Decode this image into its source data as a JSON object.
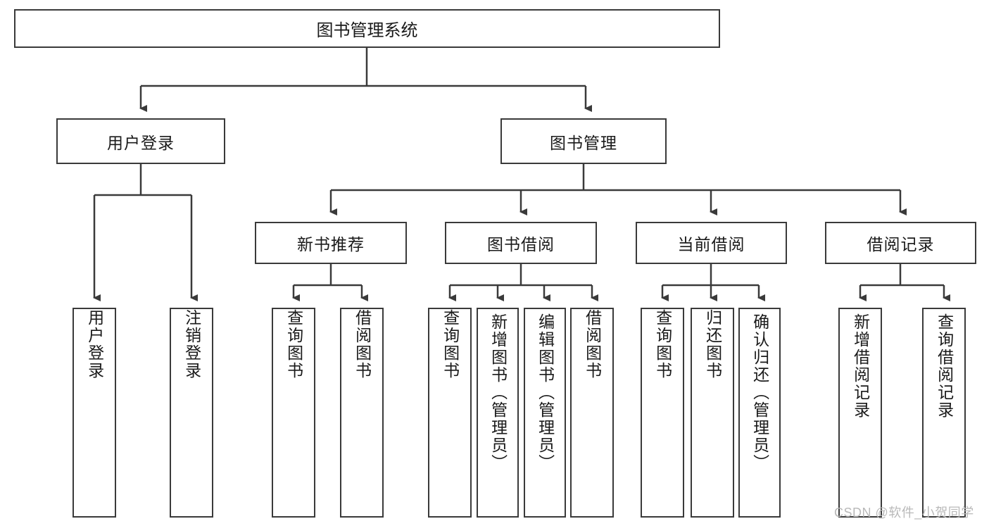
{
  "diagram": {
    "title": "图书管理系统",
    "type": "tree-hierarchy-flowchart",
    "line_color": "#3a3a3a",
    "box_fill": "#ffffff",
    "text_color": "#1a1a1a"
  },
  "root": {
    "label": "图书管理系统"
  },
  "level2": [
    {
      "label": "用户登录"
    },
    {
      "label": "图书管理"
    }
  ],
  "level3": [
    {
      "label": "新书推荐"
    },
    {
      "label": "图书借阅"
    },
    {
      "label": "当前借阅"
    },
    {
      "label": "借阅记录"
    }
  ],
  "leaves": {
    "user_login": [
      {
        "label": "用户登录"
      },
      {
        "label": "注销登录"
      }
    ],
    "new_book_recommend": [
      {
        "label": "查询图书"
      },
      {
        "label": "借阅图书"
      }
    ],
    "book_borrow": [
      {
        "label": "查询图书"
      },
      {
        "label": "新增图书（管理员）"
      },
      {
        "label": "编辑图书（管理员）"
      },
      {
        "label": "借阅图书"
      }
    ],
    "current_borrow": [
      {
        "label": "查询图书"
      },
      {
        "label": "归还图书"
      },
      {
        "label": "确认归还（管理员）"
      }
    ],
    "borrow_records": [
      {
        "label": "新增借阅记录"
      },
      {
        "label": "查询借阅记录"
      }
    ]
  },
  "watermark": {
    "text": "CSDN @软件_小贺同学"
  }
}
